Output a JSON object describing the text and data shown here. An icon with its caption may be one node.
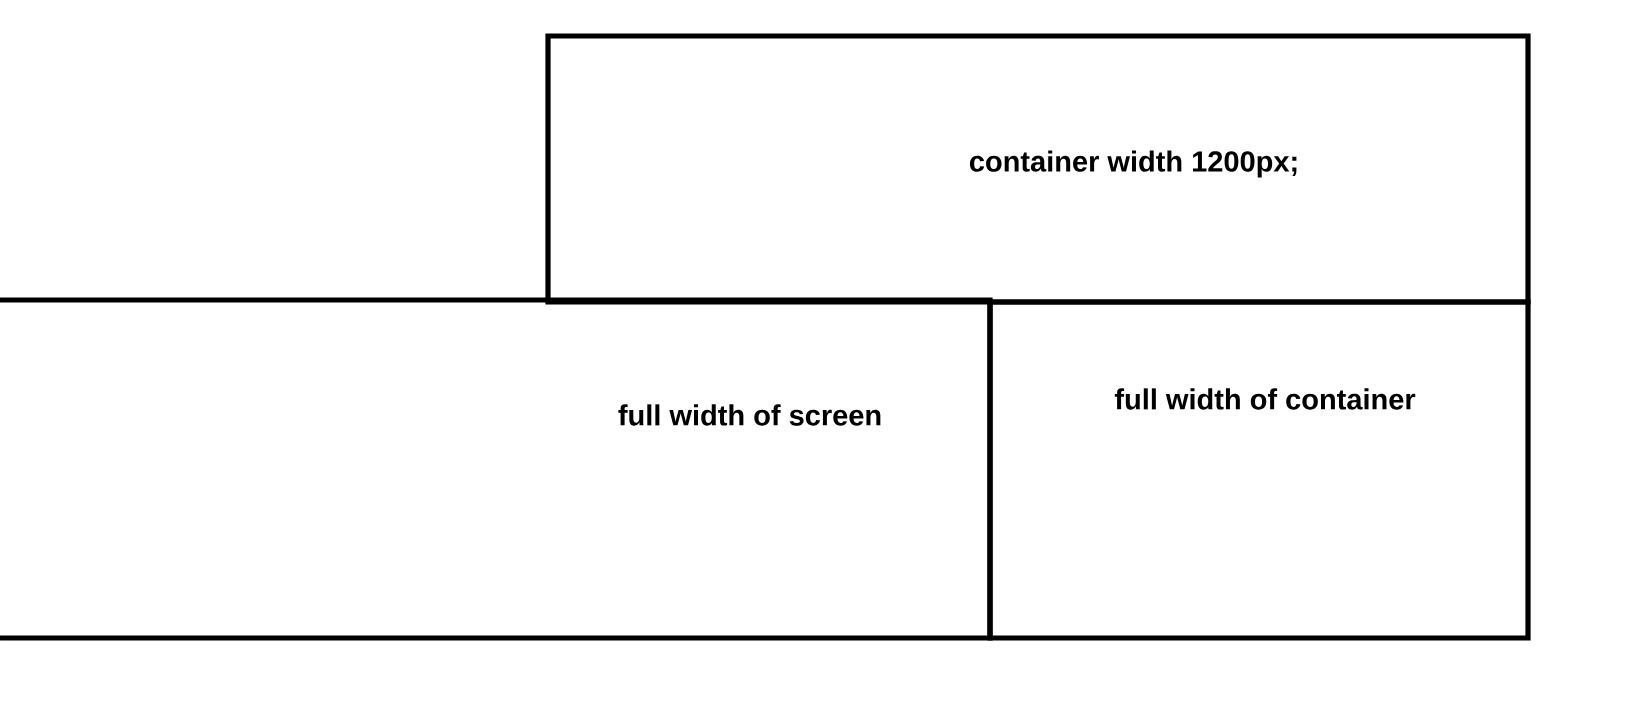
{
  "diagram": {
    "nodes": [
      {
        "text": [
          "container width 1200px;"
        ]
      },
      {
        "text": [
          "full width of screen"
        ]
      },
      {
        "text": [
          "full width of container"
        ]
      }
    ]
  }
}
